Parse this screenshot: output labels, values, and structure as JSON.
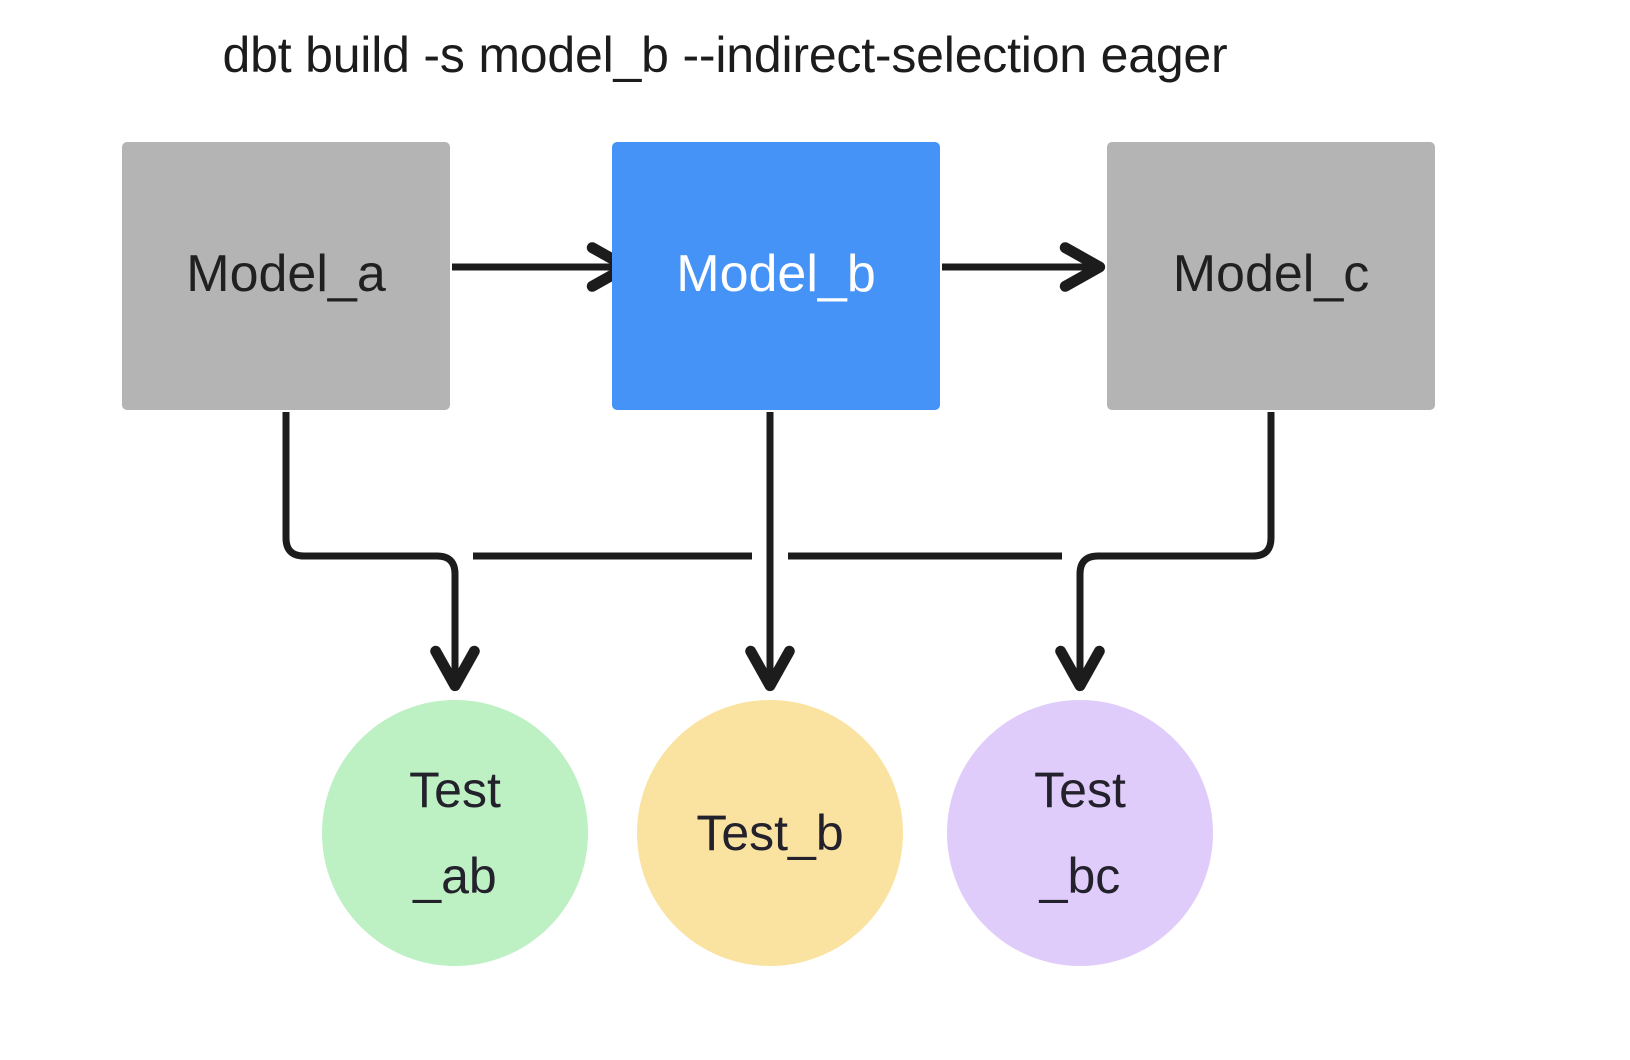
{
  "title": "dbt build -s model_b --indirect-selection eager",
  "colors": {
    "background": "#ffffff",
    "model_default": "#b4b4b4",
    "model_selected": "#4593f7",
    "test_ab": "#bdf0c3",
    "test_b": "#fae3a0",
    "test_bc": "#e0ccfa",
    "edge": "#1c1c1c",
    "text_dark": "#202020",
    "text_light": "#ffffff"
  },
  "models": [
    {
      "id": "model_a",
      "label": "Model_a",
      "state": "unselected"
    },
    {
      "id": "model_b",
      "label": "Model_b",
      "state": "selected"
    },
    {
      "id": "model_c",
      "label": "Model_c",
      "state": "unselected"
    }
  ],
  "tests": [
    {
      "id": "test_ab",
      "label": "Test\n_ab",
      "color_name": "green"
    },
    {
      "id": "test_b",
      "label": "Test_b",
      "color_name": "yellow"
    },
    {
      "id": "test_bc",
      "label": "Test\n_bc",
      "color_name": "purple"
    }
  ],
  "edges": [
    {
      "from": "model_a",
      "to": "model_b",
      "kind": "model-to-model"
    },
    {
      "from": "model_b",
      "to": "model_c",
      "kind": "model-to-model"
    },
    {
      "from": "model_a",
      "to": "test_ab",
      "kind": "model-to-test"
    },
    {
      "from": "model_b",
      "to": "test_ab",
      "kind": "model-to-test"
    },
    {
      "from": "model_b",
      "to": "test_b",
      "kind": "model-to-test"
    },
    {
      "from": "model_b",
      "to": "test_bc",
      "kind": "model-to-test"
    },
    {
      "from": "model_c",
      "to": "test_bc",
      "kind": "model-to-test"
    }
  ]
}
